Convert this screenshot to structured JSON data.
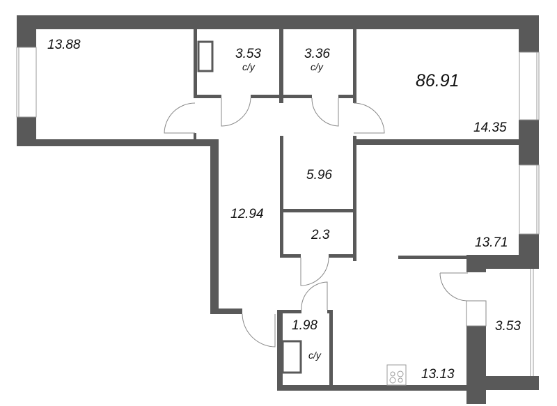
{
  "plan": {
    "total_area": "86.91",
    "wall_color": "#595959",
    "line_color": "#888888",
    "rooms": [
      {
        "id": "bedroom-left",
        "area": "13.88"
      },
      {
        "id": "bathroom-1",
        "area": "3.53",
        "type": "с/у"
      },
      {
        "id": "bathroom-2",
        "area": "3.36",
        "type": "с/у"
      },
      {
        "id": "bedroom-top-right",
        "area": "14.35"
      },
      {
        "id": "storage",
        "area": "5.96"
      },
      {
        "id": "closet",
        "area": "2.3"
      },
      {
        "id": "hallway",
        "area": "12.94"
      },
      {
        "id": "bedroom-right",
        "area": "13.71"
      },
      {
        "id": "toilet",
        "area": "1.98",
        "type": "с/у"
      },
      {
        "id": "kitchen",
        "area": "13.13"
      },
      {
        "id": "balcony",
        "area": "3.53"
      }
    ]
  }
}
